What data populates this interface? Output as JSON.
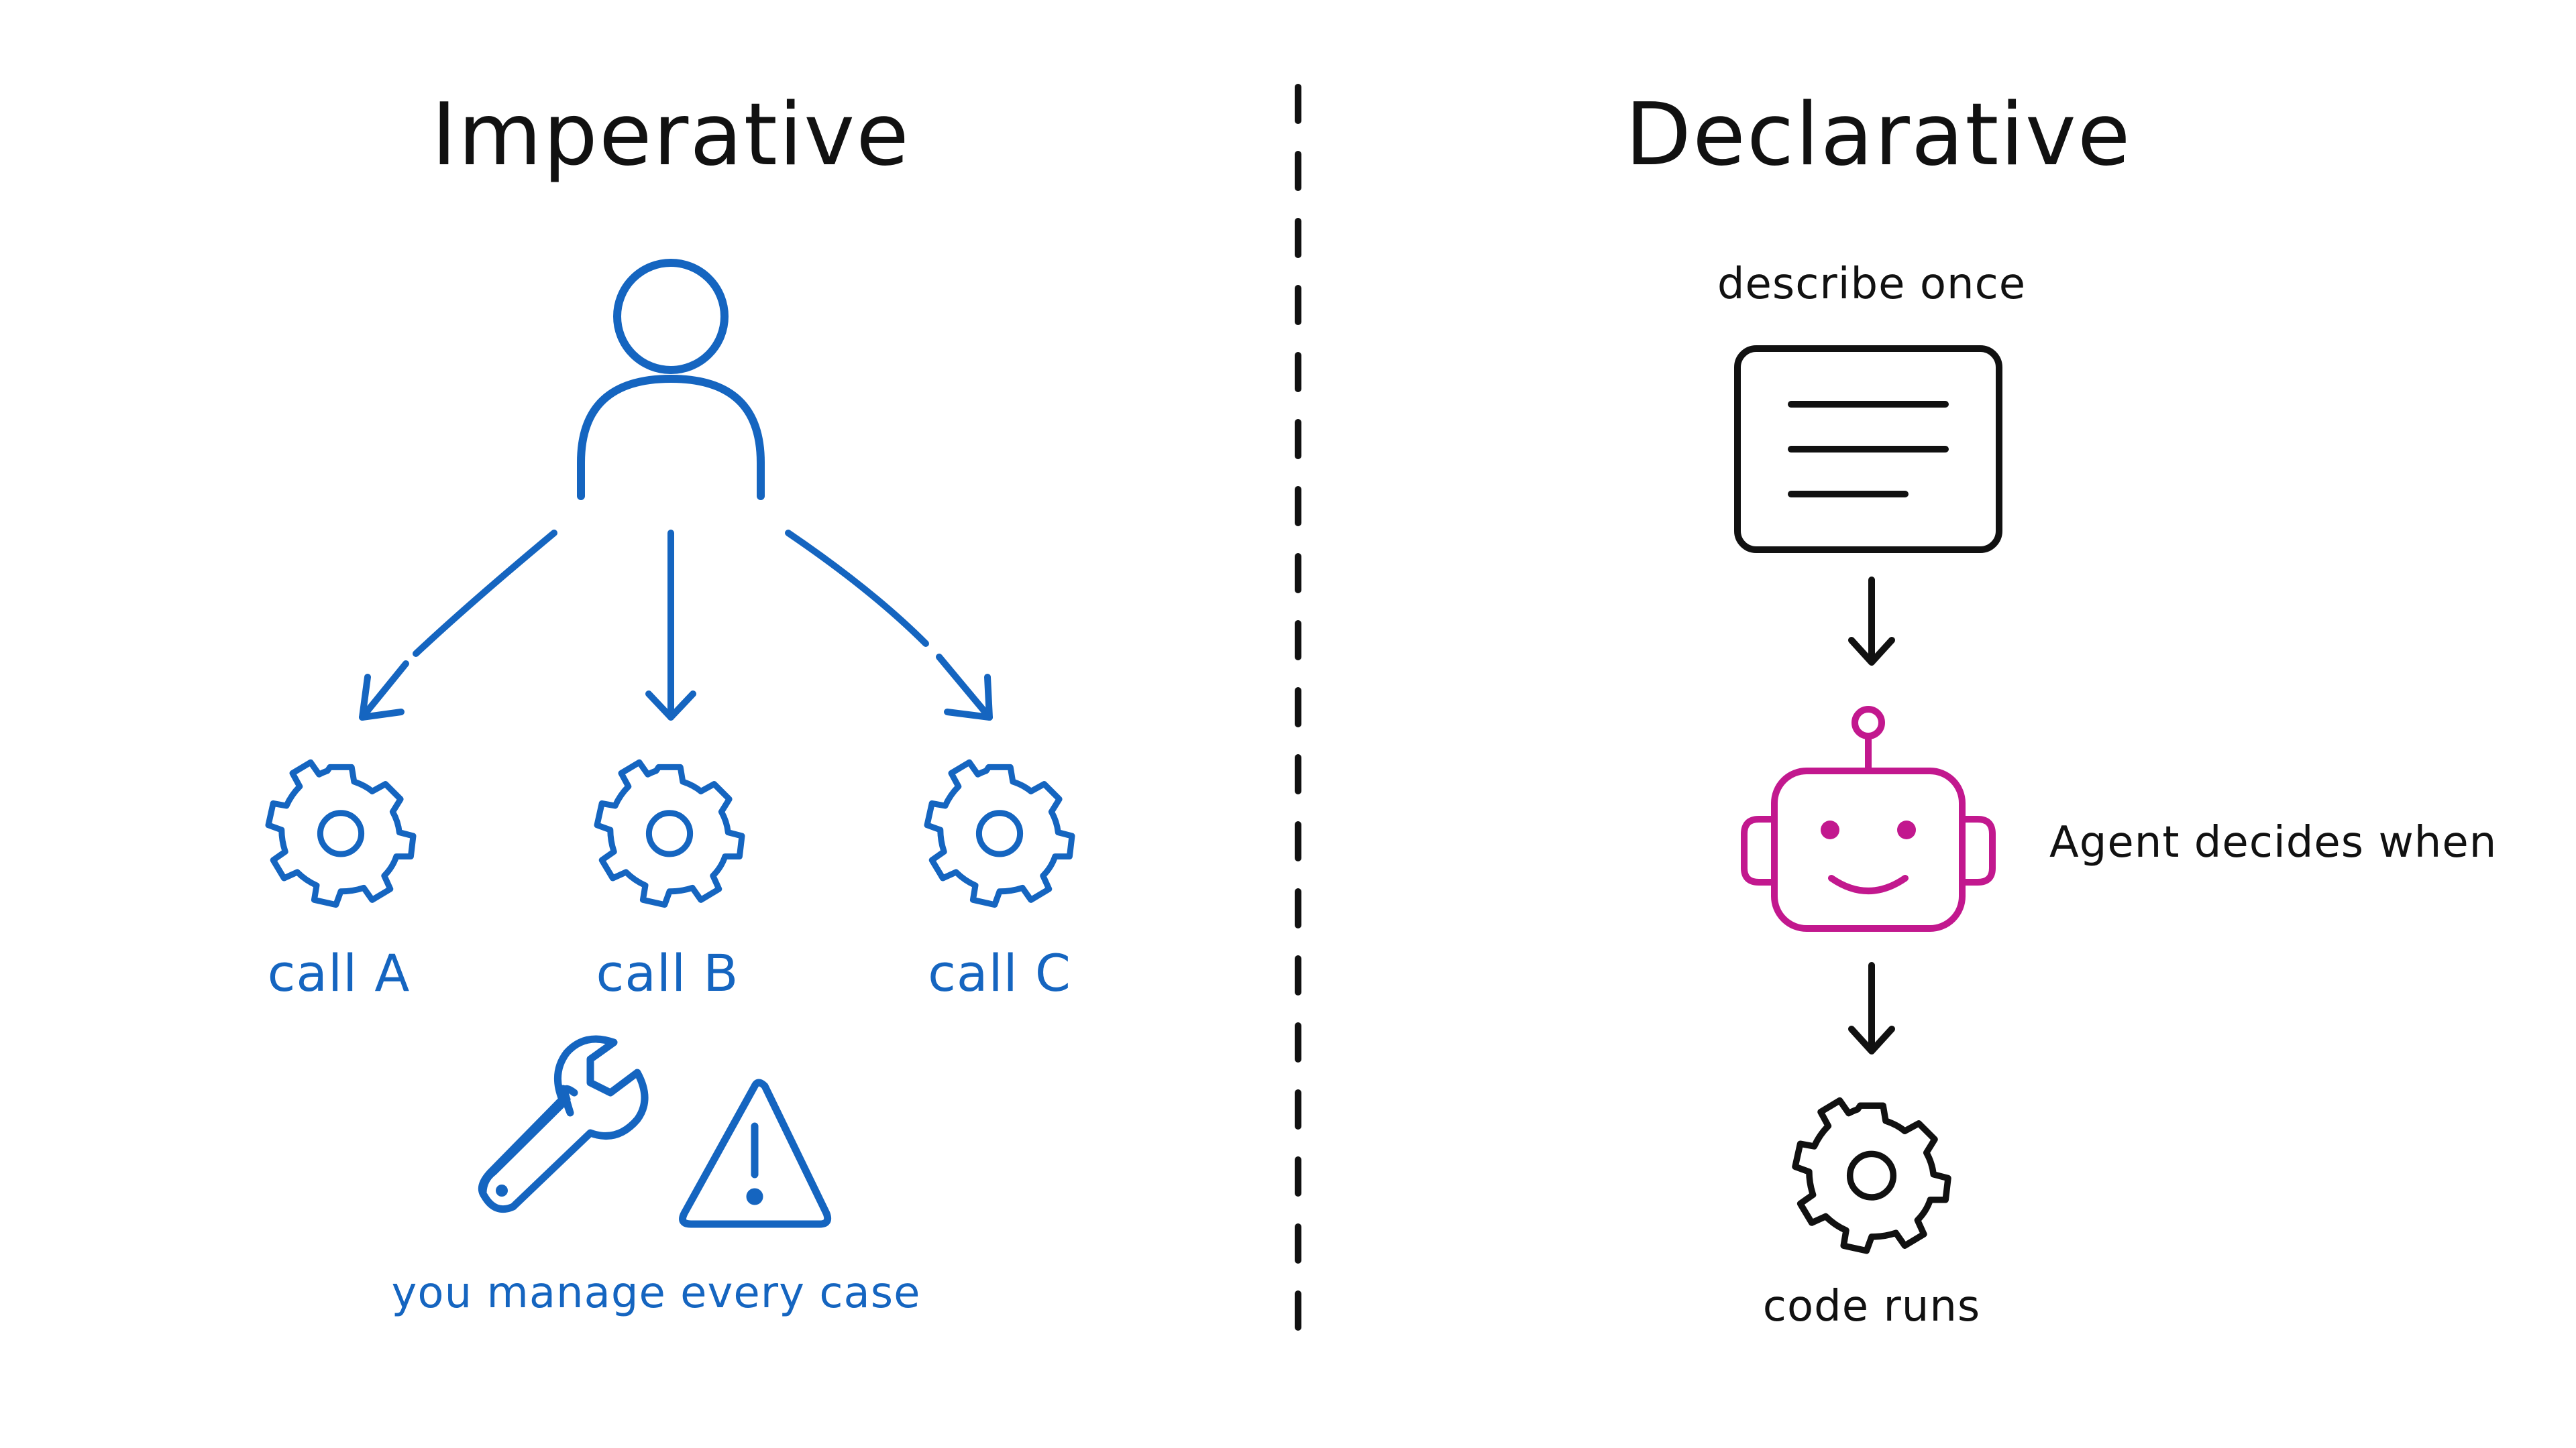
{
  "colors": {
    "background": "#ffffff",
    "ink": "#111111",
    "blue": "#1565c0",
    "magenta": "#c2188e"
  },
  "imperative": {
    "title": "Imperative",
    "user_icon": "person-icon",
    "calls": [
      {
        "label": "call A",
        "icon": "gear-icon"
      },
      {
        "label": "call B",
        "icon": "gear-icon"
      },
      {
        "label": "call C",
        "icon": "gear-icon"
      }
    ],
    "footer_icons": [
      "wrench-icon",
      "warning-icon"
    ],
    "footer_text": "you manage every case"
  },
  "declarative": {
    "title": "Declarative",
    "describe_label": "describe once",
    "document_icon": "document-icon",
    "agent_icon": "robot-icon",
    "agent_label": "Agent decides when",
    "result_icon": "gear-icon",
    "result_label": "code runs"
  }
}
